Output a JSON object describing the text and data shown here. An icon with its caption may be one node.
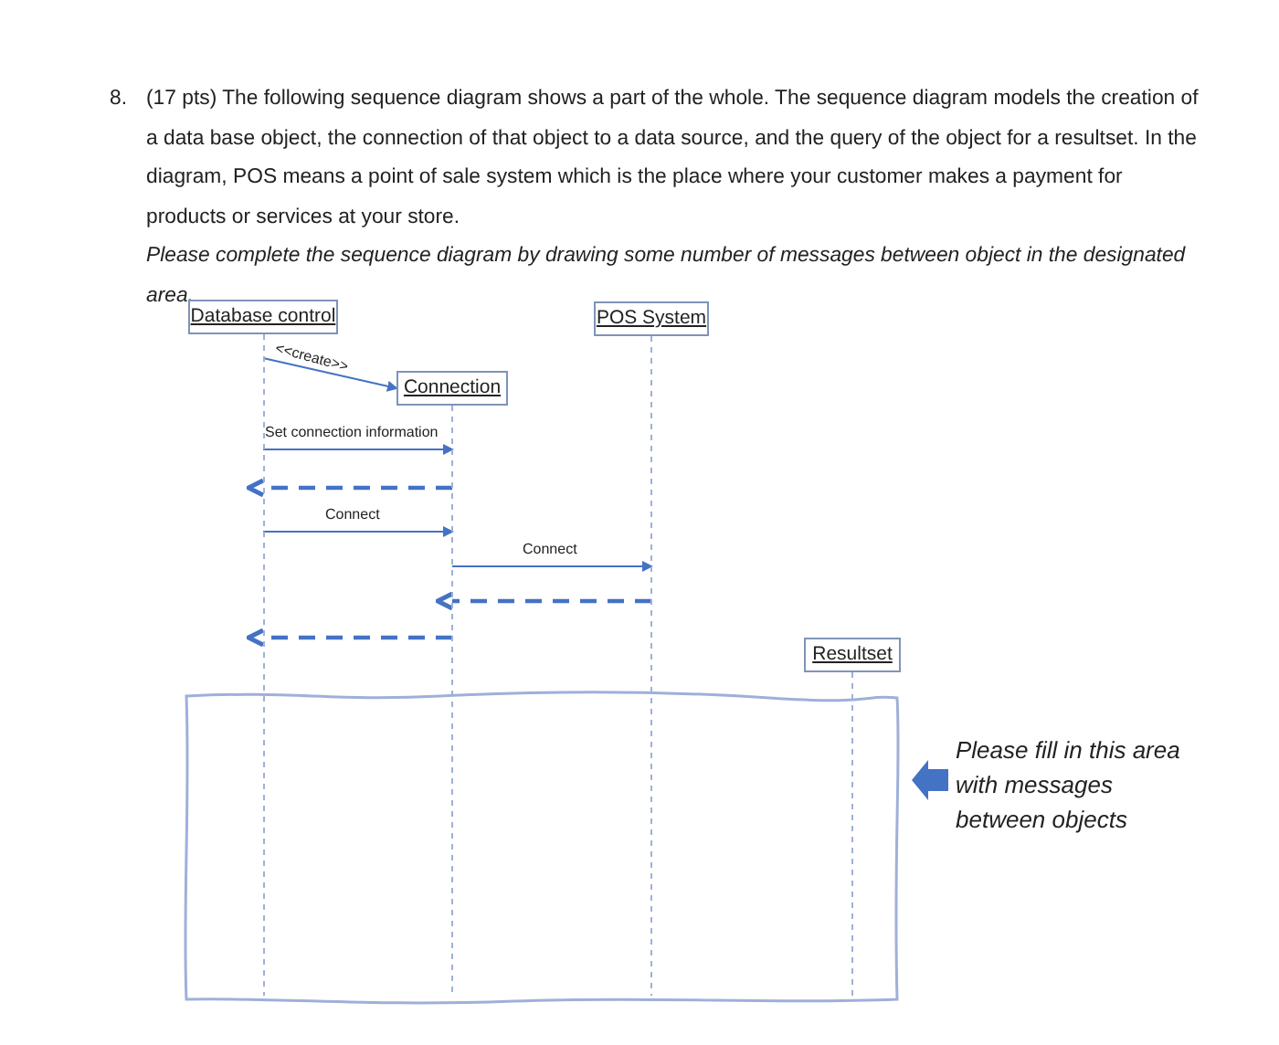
{
  "diagram": {
    "nodes": [
      {
        "text": [
          "Database control"
        ]
      },
      {
        "text": [
          "Connection"
        ]
      },
      {
        "text": [
          "POS System"
        ]
      },
      {
        "text": [
          "Resultset"
        ]
      },
      {
        "text": [],
        "shape": "box"
      },
      {
        "text": [
          "Please fill in this area with messages between objects"
        ]
      }
    ],
    "edges": [
      {
        "from": 0,
        "to": 1,
        "arrow": "to",
        "label": "<<create>>"
      },
      {
        "from": 0,
        "to": 1,
        "arrow": "to",
        "label": "Set connection information"
      },
      {
        "from": 1,
        "to": 0,
        "arrow": "to",
        "style": "dashed"
      },
      {
        "from": 0,
        "to": 1,
        "arrow": "to",
        "label": "Connect"
      },
      {
        "from": 1,
        "to": 2,
        "arrow": "to",
        "label": "Connect"
      },
      {
        "from": 2,
        "to": 1,
        "arrow": "to",
        "style": "dashed"
      },
      {
        "from": 1,
        "to": 0,
        "arrow": "to",
        "style": "dashed"
      },
      {
        "from": 5,
        "to": 4,
        "arrow": "to",
        "style": "thick"
      }
    ],
    "labels": [
      "8.",
      "(17 pts) The following sequence diagram shows a part of the whole. The sequence diagram models the creation of a data base object, the connection of that object to a data source, and the query of the object for a resultset. In the diagram, POS means a point of sale system which is the place where your customer makes a payment for products or services at your store.",
      "Please complete the sequence diagram by drawing some number of messages between object in the designated area."
    ]
  }
}
